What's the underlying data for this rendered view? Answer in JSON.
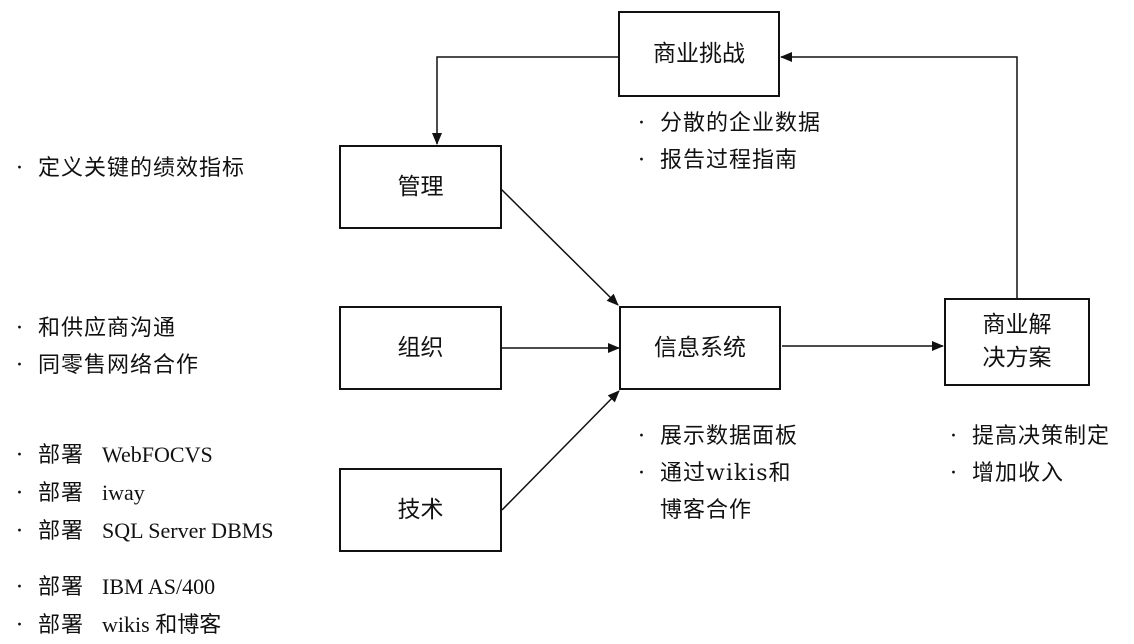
{
  "nodes": {
    "challenge": "商业挑战",
    "management": "管理",
    "organization": "组织",
    "technology": "技术",
    "info_system": "信息系统",
    "solution_line1": "商业解",
    "solution_line2": "决方案"
  },
  "bullet": "·",
  "challenge_points": [
    "分散的企业数据",
    "报告过程指南"
  ],
  "management_points": [
    "定义关键的绩效指标"
  ],
  "organization_points": [
    "和供应商沟通",
    "同零售网络合作"
  ],
  "technology_points": [
    {
      "label": "部署",
      "target": "WebFOCVS"
    },
    {
      "label": "部署",
      "target": "iway"
    },
    {
      "label": "部署",
      "target": "SQL Server  DBMS"
    },
    {
      "label": "部署",
      "target": "IBM AS/400"
    },
    {
      "label": "部署",
      "target": "wikis 和博客"
    }
  ],
  "info_system_points": [
    "展示数据面板",
    "通过wikis和",
    "博客合作"
  ],
  "solution_points": [
    "提高决策制定",
    "增加收入"
  ]
}
